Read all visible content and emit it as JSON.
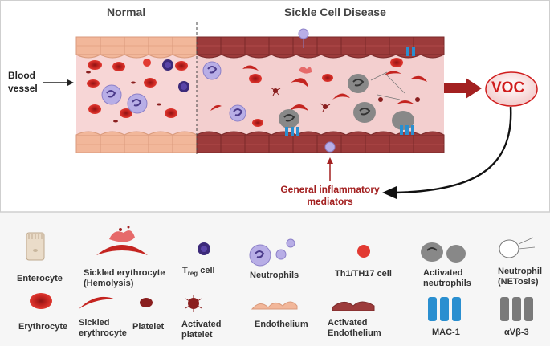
{
  "diagram": {
    "header_normal": "Normal",
    "header_scd": "Sickle Cell Disease",
    "blood_vessel_label": "Blood\nvessel",
    "voc_label": "VOC",
    "inflammatory_label": "General inflammatory\nmediators"
  },
  "legend": {
    "enterocyte": "Enterocyte",
    "sickled_hemolysis": "Sickled erythrocyte\n(Hemolysis)",
    "treg_T": "T",
    "treg_sub": "reg",
    "treg_cell": " cell",
    "neutrophils": "Neutrophils",
    "th1": "Th1/TH17 cell",
    "activated_neutrophils": "Activated\nneutrophils",
    "netosis": "Neutrophil\n(NETosis)",
    "erythrocyte": "Erythrocyte",
    "sickled_erythrocyte": "Sickled\nerythrocyte",
    "platelet": "Platelet",
    "activated_platelet": "Activated\nplatelet",
    "endothelium": "Endothelium",
    "activated_endothelium": "Activated\nEndothelium",
    "mac1": "MAC-1",
    "avb3": "αVβ-3"
  },
  "colors": {
    "normal_wall": "#f2b79a",
    "activated_wall": "#9c3b3b",
    "lumen": "#f7d6d6",
    "rbc": "#d9302b",
    "voc_text": "#d01c1c",
    "arrow_red": "#a32020",
    "mac1": "#2a8fd0",
    "neutrophil": "#9f8fd6",
    "activated_neutrophil": "#888888"
  }
}
